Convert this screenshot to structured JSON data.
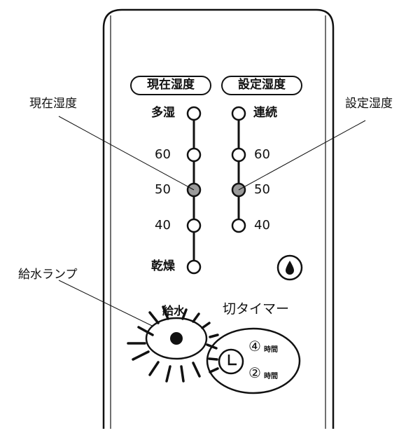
{
  "callouts": {
    "current_humidity": "現在湿度",
    "set_humidity": "設定湿度",
    "water_lamp": "給水ランプ"
  },
  "headers": {
    "current": "現在湿度",
    "set": "設定湿度"
  },
  "current_scale": [
    "多湿",
    "60",
    "50",
    "40",
    "乾燥"
  ],
  "set_scale": [
    "連続",
    "60",
    "50",
    "40"
  ],
  "current_indicator_level": "50",
  "set_indicator_level": "50",
  "water_label": "給水",
  "timer": {
    "title": "切タイマー",
    "opt1_num": "④",
    "opt1_unit": "時間",
    "opt2_num": "②",
    "opt2_unit": "時間"
  },
  "colors": {
    "lit_indicator": "#9a9a9a",
    "line": "#111111"
  }
}
